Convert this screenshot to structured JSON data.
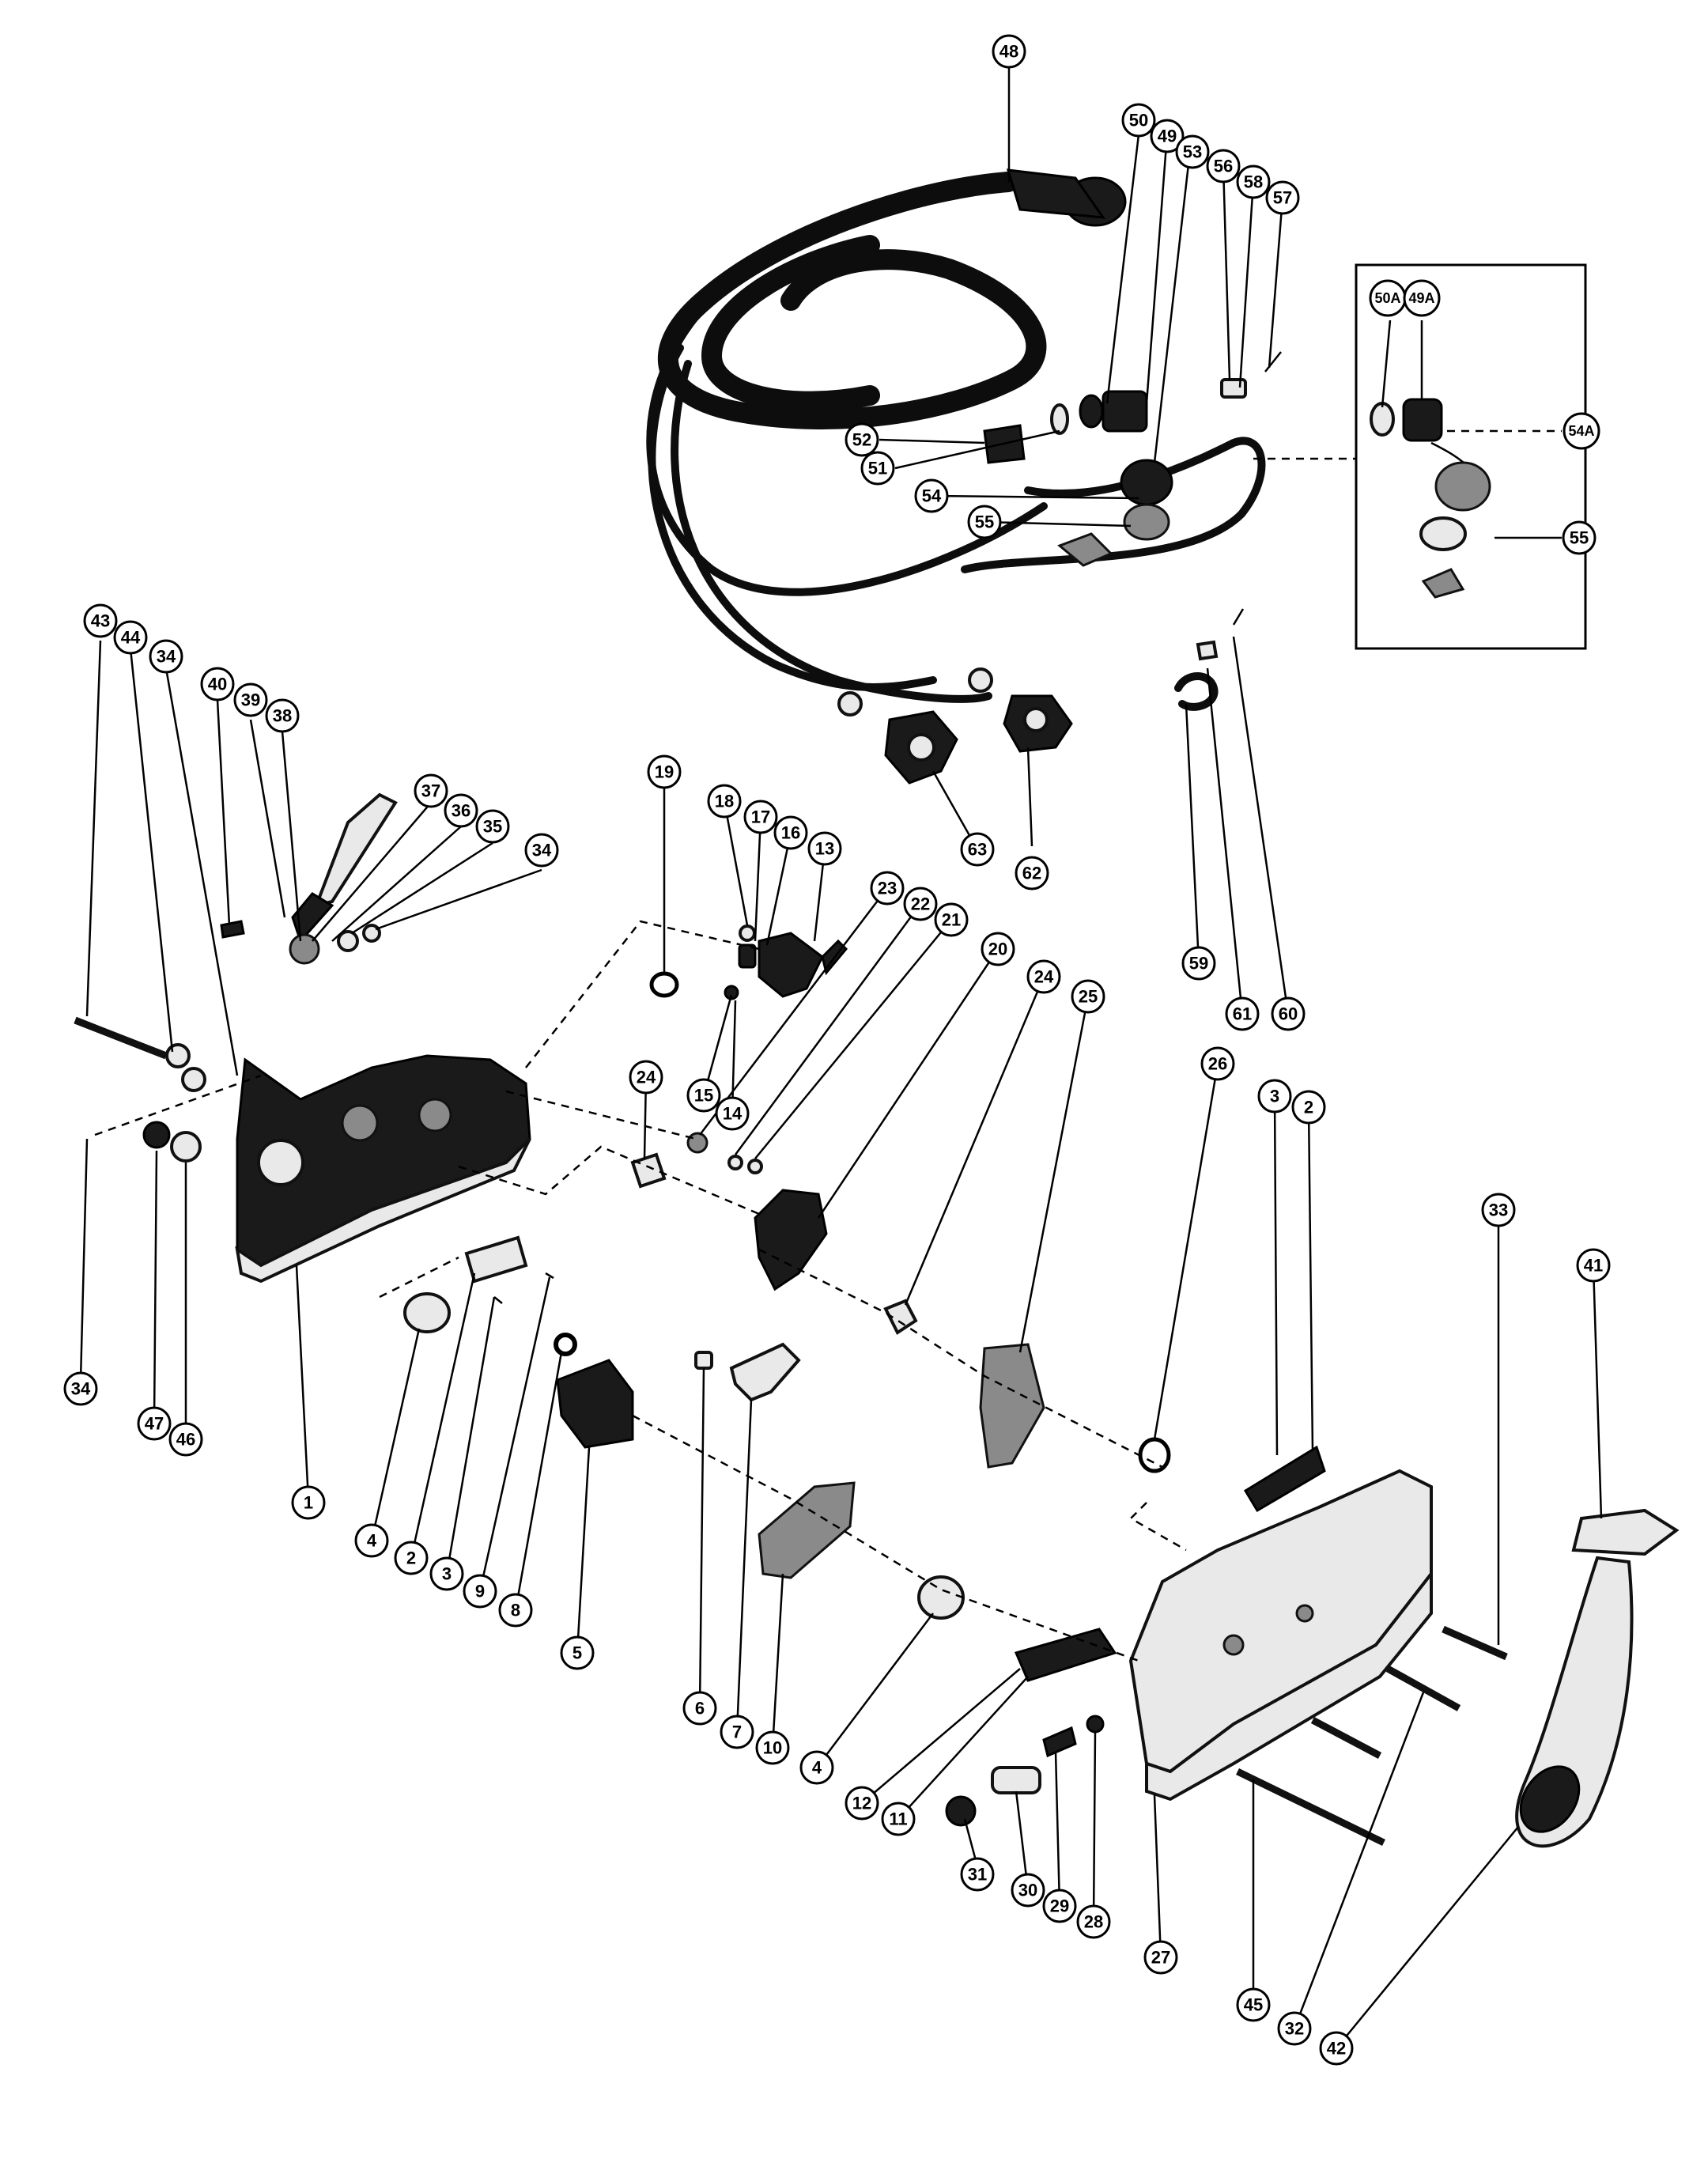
{
  "callouts": {
    "c1": "1",
    "c2a": "2",
    "c2b": "2",
    "c3a": "3",
    "c3b": "3",
    "c4a": "4",
    "c4b": "4",
    "c5": "5",
    "c6": "6",
    "c7": "7",
    "c8": "8",
    "c9": "9",
    "c10": "10",
    "c11": "11",
    "c12": "12",
    "c13": "13",
    "c14": "14",
    "c15": "15",
    "c16": "16",
    "c17": "17",
    "c18": "18",
    "c19": "19",
    "c20": "20",
    "c21": "21",
    "c22": "22",
    "c23": "23",
    "c24a": "24",
    "c24b": "24",
    "c25": "25",
    "c26": "26",
    "c27": "27",
    "c28": "28",
    "c29": "29",
    "c30": "30",
    "c31": "31",
    "c32": "32",
    "c33": "33",
    "c34a": "34",
    "c34b": "34",
    "c34c": "34",
    "c35": "35",
    "c36": "36",
    "c37": "37",
    "c38": "38",
    "c39": "39",
    "c40": "40",
    "c41": "41",
    "c42": "42",
    "c43": "43",
    "c44": "44",
    "c45": "45",
    "c46": "46",
    "c47": "47",
    "c48": "48",
    "c49": "49",
    "c50": "50",
    "c51": "51",
    "c52": "52",
    "c53": "53",
    "c54": "54",
    "c55a": "55",
    "c55b": "55",
    "c56": "56",
    "c57": "57",
    "c58": "58",
    "c59": "59",
    "c60": "60",
    "c61": "61",
    "c62": "62",
    "c63": "63",
    "c49A": "49A",
    "c50A": "50A",
    "c54A": "54A"
  }
}
